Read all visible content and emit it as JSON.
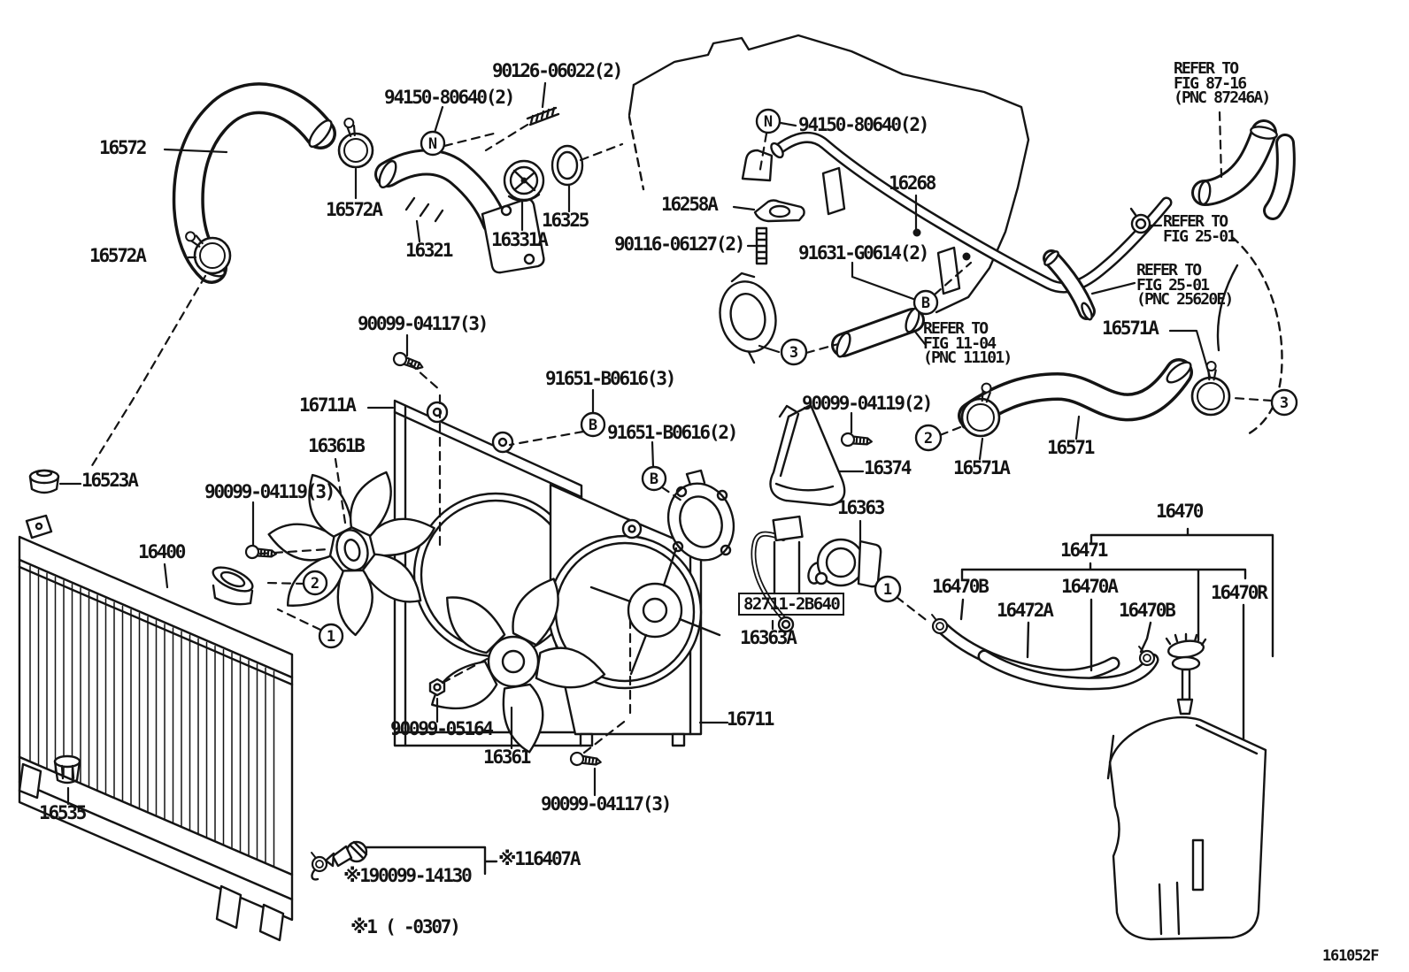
{
  "colors": {
    "ink": "#141414",
    "paper": "#ffffff"
  },
  "diagram_code": "161052F",
  "footnote": "※1 (     -0307)",
  "labels": {
    "p16572": "16572",
    "p16572a_1": "16572A",
    "p16572a_2": "16572A",
    "p94150_1": "94150-80640(2)",
    "p90126": "90126-06022(2)",
    "p16321": "16321",
    "p16331a": "16331A",
    "p16325": "16325",
    "p16258a": "16258A",
    "p94150_2": "94150-80640(2)",
    "p16268": "16268",
    "p90116": "90116-06127(2)",
    "p91631": "91631-G0614(2)",
    "ref8716": "REFER TO\nFIG 87-16\n(PNC 87246A)",
    "ref2501": "REFER TO\nFIG 25-01",
    "ref2501b": "REFER TO\nFIG 25-01\n(PNC 25620E)",
    "ref1104": "REFER TO\nFIG 11-04\n(PNC 11101)",
    "p16571a_1": "16571A",
    "p16571": "16571",
    "p16571a_2": "16571A",
    "p90099_04119_2": "90099-04119(2)",
    "p16374": "16374",
    "p16363": "16363",
    "p90099_04117_1": "90099-04117(3)",
    "p16711a": "16711A",
    "p16361b": "16361B",
    "p91651_3": "91651-B0616(3)",
    "p91651_2": "91651-B0616(2)",
    "p90099_04119_3": "90099-04119(3)",
    "p16523a": "16523A",
    "p16400": "16400",
    "p16535": "16535",
    "p90099_05164": "90099-05164",
    "p16361": "16361",
    "p90099_04117_2": "90099-04117(3)",
    "p16711": "16711",
    "p82711": "82711-2B640",
    "p16363a": "16363A",
    "p16407a": "※116407A",
    "p90099_14130": "※190099-14130",
    "p16470": "16470",
    "p16471": "16471",
    "p16470b_1": "16470B",
    "p16470a": "16470A",
    "p16470r": "16470R",
    "p16472a": "16472A",
    "p16470b_2": "16470B"
  },
  "callouts": {
    "n1": "N",
    "n2": "N",
    "b1": "B",
    "b2": "B",
    "b3": "B",
    "c1a": "1",
    "c1b": "1",
    "c2a": "2",
    "c2b": "2",
    "c3a": "3",
    "c3b": "3"
  }
}
